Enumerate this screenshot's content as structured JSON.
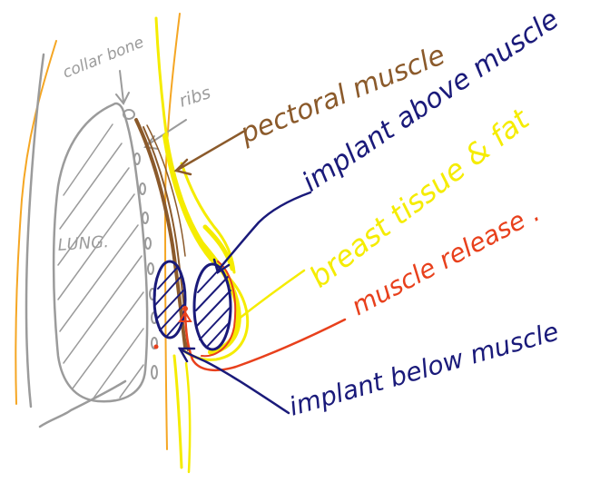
{
  "labels": {
    "collarbone": "collar bone",
    "ribs": "ribs",
    "lung": "LUNG.",
    "pectoral_muscle": "pectoral muscle",
    "implant_above": "implant above muscle",
    "breast_tissue": "breast tissue & fat",
    "muscle_release": "muscle release .",
    "implant_below": "implant below muscle"
  },
  "colors": {
    "body_outline": "#F5A623",
    "ribs": "#9B9B9B",
    "muscle": "#8B5A2B",
    "implant": "#1A1A7A",
    "breast_tissue": "#F5EC00",
    "release": "#E8401C"
  }
}
